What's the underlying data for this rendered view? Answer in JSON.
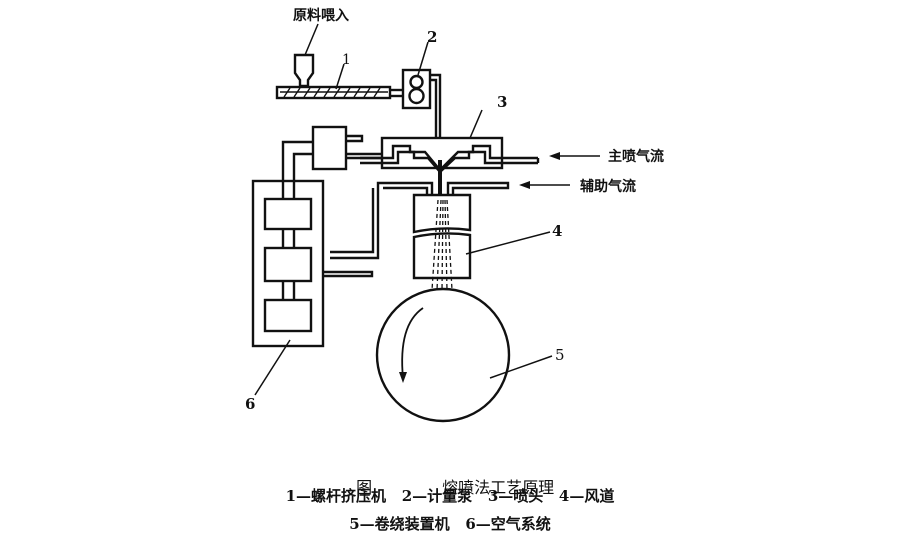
{
  "labels": {
    "feed": "原料喂入",
    "main_airflow": "主喷气流",
    "aux_airflow": "辅助气流",
    "n1": "1",
    "n2": "2",
    "n3": "3",
    "n4": "4",
    "n5": "5",
    "n6": "6"
  },
  "caption": {
    "fig_label": "图",
    "title": "熔喷法工艺原理",
    "legend_line1": "1—螺杆挤压机   2—计量泵   3—喷头   4—风道",
    "legend_line2": "5—卷绕装置机   6—空气系统"
  },
  "legend_items": [
    {
      "number": "1",
      "name": "螺杆挤压机"
    },
    {
      "number": "2",
      "name": "计量泵"
    },
    {
      "number": "3",
      "name": "喷头"
    },
    {
      "number": "4",
      "name": "风道"
    },
    {
      "number": "5",
      "name": "卷绕装置机"
    },
    {
      "number": "6",
      "name": "空气系统"
    }
  ]
}
